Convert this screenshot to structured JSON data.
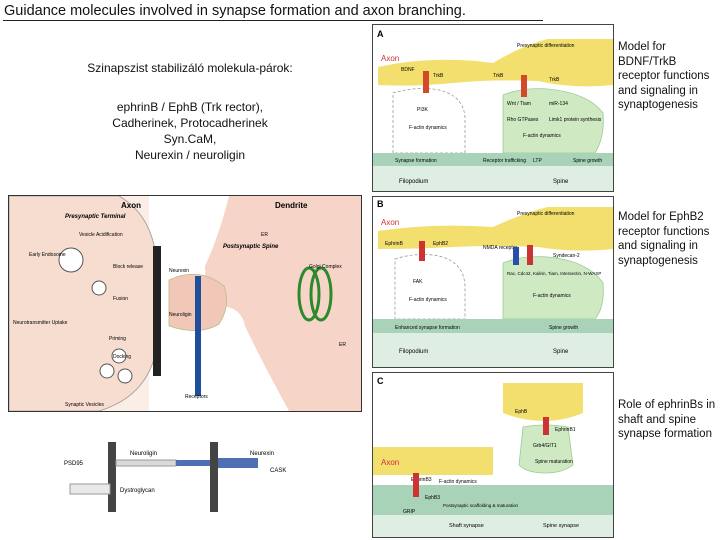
{
  "title": "Guidance molecules involved in synapse formation and axon branching.",
  "intro": {
    "heading": "Szinapszist stabilizáló molekula-párok:",
    "lines": [
      "ephrinB / EphB (Trk rector),",
      "Cadherinek, Protocadherinek",
      "Syn.CaM,",
      "Neurexin / neuroligin"
    ]
  },
  "captions": {
    "a": "Model for BDNF/TrkB receptor functions and signaling in synaptogenesis",
    "b": "Model for EphB2 receptor functions and signaling in synaptogenesis",
    "c": "Role of ephrinBs in shaft and spine synapse formation"
  },
  "panel_a": {
    "letter": "A",
    "axon": "Axon",
    "presynaptic": "Presynaptic differentiation",
    "bdnf": "BDNF",
    "trkb": "TrkB",
    "trkb2": "TrkB",
    "trkb3": "TrkB",
    "pi3k": "PI3K",
    "factin": "F-actin dynamics",
    "wnt": "Wnt / Tiam",
    "mir": "miR-134",
    "rhogtpases": "Rho GTPases",
    "limk": "Limk1 protein synthesis",
    "factin2": "F-actin dynamics",
    "synapse_formation": "Synapse formation",
    "trafficking": "Receptor trafficking",
    "ltp": "LTP",
    "spine_growth": "Spine growth",
    "filopodium": "Filopodium",
    "spine": "Spine"
  },
  "panel_b": {
    "letter": "B",
    "axon": "Axon",
    "presynaptic": "Presynaptic differentiation",
    "ephrinb": "EphrinB",
    "ephb2": "EphB2",
    "nmda": "NMDA receptor",
    "syndecan": "Syndecan-2",
    "rac": "Rac, Cdc42, Kalirin, Tiam, Intersectin, N-WASP",
    "fak": "FAK",
    "factin": "F-actin dynamics",
    "factin2": "F-actin dynamics",
    "enhanced": "Enhanced synapse formation",
    "spine_growth": "Spine growth",
    "filopodium": "Filopodium",
    "spine": "Spine"
  },
  "panel_c": {
    "letter": "C",
    "ephb": "EphB",
    "ephrinb1": "EphrinB1",
    "axon": "Axon",
    "git": "Grb4/GIT1",
    "maturation": "Spine maturation",
    "ephrinb3": "EphrinB3",
    "factin": "F-actin dynamics",
    "psd": "Postsynaptic scaffolding & maturation",
    "grip": "GRIP",
    "shaft": "Shaft synapse",
    "spine": "Spine synapse",
    "ephb3": "EphB3"
  },
  "left_fig": {
    "axon": "Axon",
    "dendrite": "Dendrite",
    "presynaptic": "Presynaptic Terminal",
    "postsynaptic": "Postsynaptic Spine",
    "vesicle_acid": "Vesicle Acidification",
    "early_endosome": "Early Endosome",
    "block_release": "Block release",
    "fusion": "Fusion",
    "priming": "Priming",
    "docking": "Docking",
    "uptake": "Neurotransmitter Uptake",
    "vesicles": "Synaptic Vesicles",
    "receptors": "Receptors",
    "neurexin": "Neurexin",
    "neuroligin": "Neuroligin",
    "golgi": "Golgi Complex",
    "er": "ER",
    "er2": "ER"
  },
  "bottom_fig": {
    "psd95": "PSD95",
    "neuroligin": "Neuroligin",
    "neurexin": "Neurexin",
    "cask": "CASK",
    "dystroglycan": "Dystroglycan"
  }
}
